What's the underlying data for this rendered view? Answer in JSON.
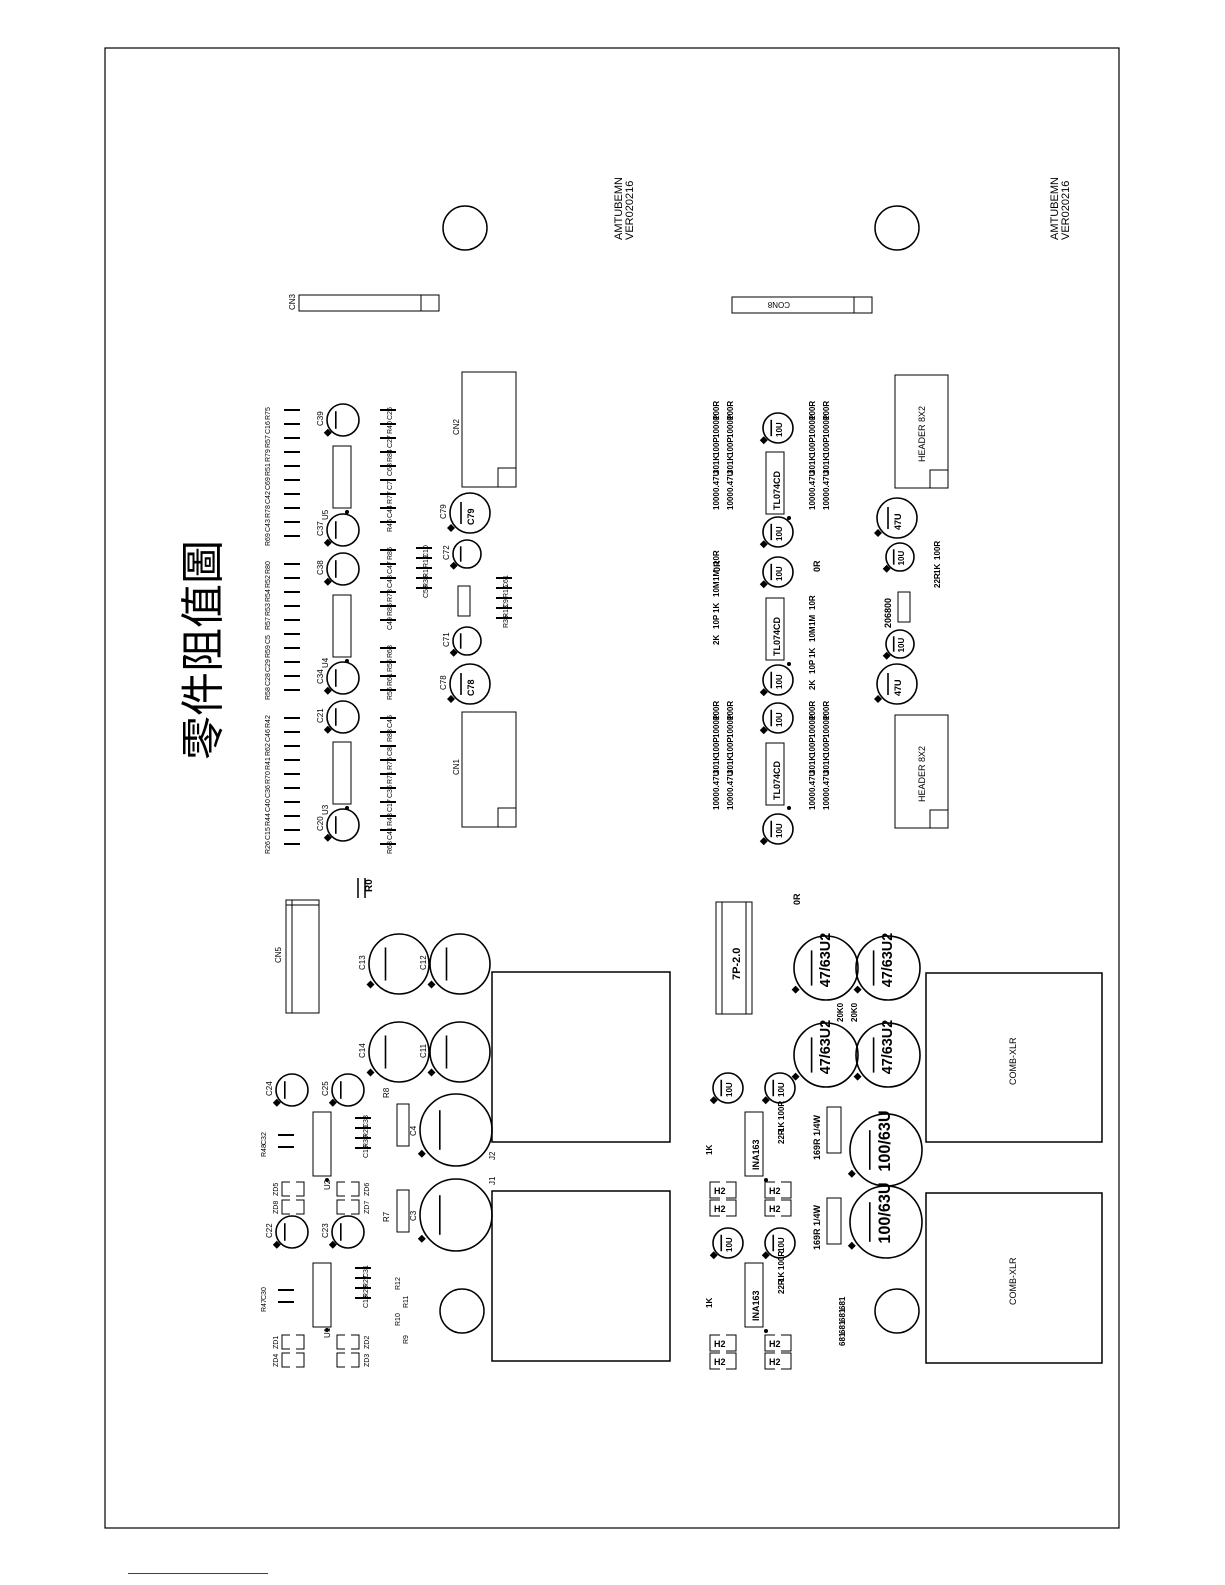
{
  "title": "零件阻值圖",
  "version_left": {
    "line1": "AMTUBEMN",
    "line2": "VER020216"
  },
  "version_right": {
    "line1": "AMTUBEMN",
    "line2": "VER020216"
  },
  "connectors": {
    "cn3": "CN3",
    "con8": "CON8",
    "cn1": "CN1",
    "cn2": "CN2",
    "cn5": "CN5",
    "header_a": "HEADER 8X2",
    "header_b": "HEADER 8X2",
    "p7": "7P-2.0",
    "comb_a": "COMB-XLR",
    "comb_b": "COMB-XLR",
    "j1": "J1",
    "j2": "J2"
  },
  "ics": {
    "u1": "U1",
    "u2": "U2",
    "u3": "U3",
    "u4": "U4",
    "u5": "U5",
    "tl1": "TL074CD",
    "tl2": "TL074CD",
    "tl3": "TL074CD",
    "ina1": "INA163",
    "ina2": "INA163"
  },
  "caps_left": {
    "c39": "C39",
    "c37": "C37",
    "c38": "C38",
    "c34": "C34",
    "c21": "C21",
    "c20": "C20",
    "c79": "C79",
    "c72": "C72",
    "c71": "C71",
    "c78": "C78",
    "c13": "C13",
    "c12": "C12",
    "c14": "C14",
    "c11": "C11",
    "c24": "C24",
    "c25": "C25",
    "c22": "C22",
    "c23": "C23",
    "c4": "C4",
    "c3": "C3"
  },
  "values": {
    "v10u": "10U",
    "v47u": "47U",
    "v4763": "47/63U2",
    "v10063": "100/63U",
    "v169": "169R 1/4W",
    "v206800": "206800",
    "r0": "R0",
    "r7": "R7",
    "r8": "R8"
  },
  "labels_left_col1": [
    "R75",
    "C16",
    "R57",
    "R79",
    "R51",
    "C69",
    "C42",
    "R78",
    "C43",
    "R69",
    "",
    "R80",
    "R52",
    "R54",
    "R53",
    "R57",
    "C5",
    "R59",
    "C29",
    "C28",
    "R58",
    "",
    "R42",
    "C46",
    "R62",
    "R41",
    "R70",
    "C36",
    "C40",
    "R44",
    "C15",
    "R26"
  ],
  "labels_left_col2": [
    "C26",
    "R40",
    "C27",
    "R84",
    "C68",
    "C7",
    "R77",
    "C44",
    "R46",
    "",
    "R86",
    "C47",
    "C48",
    "R73",
    "R85",
    "C49",
    "",
    "R63",
    "R55",
    "R61",
    "R56",
    "",
    "C45",
    "R83",
    "C8",
    "R76",
    "R71",
    "C35",
    "C17",
    "R43",
    "C41",
    "R68"
  ],
  "labels_left_col3": [
    "C10",
    "R19",
    "R1",
    "R36",
    "C58",
    "",
    "C61",
    "R15",
    "C9",
    "R13",
    "R35"
  ],
  "labels_bottom_left": [
    "C32",
    "R48",
    "C33",
    "R29",
    "R30",
    "C19",
    "C31",
    "R27",
    "R28",
    "C18",
    "C30",
    "R47",
    "R12",
    "R11",
    "R10",
    "R9"
  ],
  "zeners": [
    "ZD5",
    "ZD8",
    "ZD6",
    "ZD7",
    "ZD1",
    "ZD4",
    "ZD2",
    "ZD3"
  ],
  "small_right_values": [
    "100R",
    "1000P",
    "100P",
    "301K",
    "0.47U",
    "1000",
    "10R",
    "1M",
    "10M",
    "1K",
    "10P",
    "2K",
    "100R",
    "1K",
    "22R",
    "0R",
    "1000",
    "681"
  ]
}
